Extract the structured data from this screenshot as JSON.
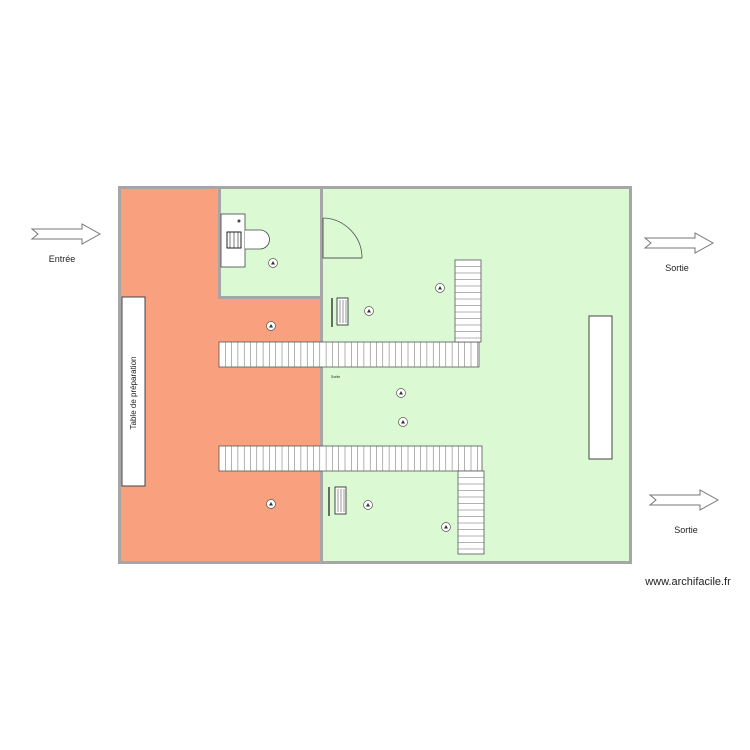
{
  "labels": {
    "entree": "Entrée",
    "sortie_top": "Sortie",
    "sortie_bottom": "Sortie",
    "table_preparation": "Table de préparation",
    "small_room_label": "Sortie",
    "watermark": "www.archifacile.fr"
  },
  "colors": {
    "wall": "#a6a6a6",
    "zone_orange": "#f9a07e",
    "zone_green": "#dbfad4",
    "outline": "#555555",
    "stair_fill": "#ffffff"
  },
  "icons": {
    "arrow": "arrow-right-outline",
    "camera": "camera-marker",
    "desk": "desk-with-chair",
    "keyboard": "keyboard-workstation",
    "door": "door-swing",
    "stairs": "stair-run"
  }
}
